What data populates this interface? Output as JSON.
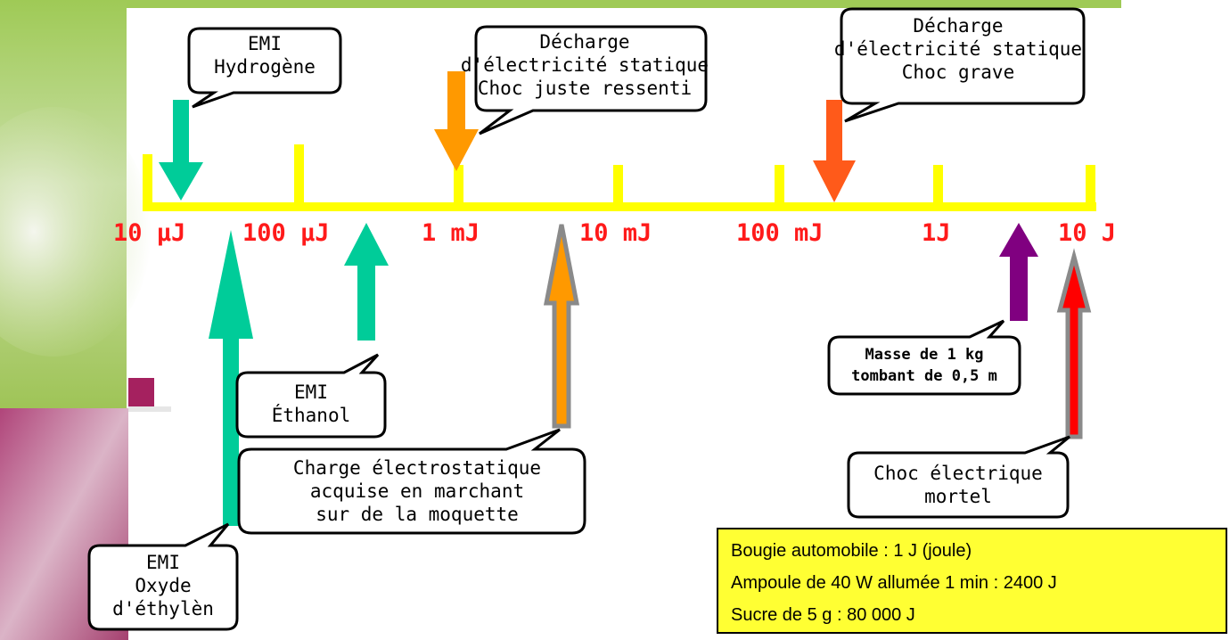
{
  "colors": {
    "scale": "#ffff00",
    "scale_text": "#ff1a1a",
    "teal": "#00cc99",
    "orange": "#ff9900",
    "red_orange": "#ff5a1a",
    "purple": "#800080",
    "red": "#ff0000",
    "box": "#ffff33"
  },
  "scale": {
    "labels": [
      "10 µJ",
      "100 µJ",
      "1 mJ",
      "10 mJ",
      "100 mJ",
      "1J",
      "10 J"
    ]
  },
  "bubbles": {
    "emi_hydrogene": [
      "EMI",
      "Hydrogène"
    ],
    "decharge_ressenti": [
      "Décharge",
      "d'électricité statique",
      "Choc juste ressenti"
    ],
    "decharge_grave": [
      "Décharge",
      "d'électricité statique",
      "Choc grave"
    ],
    "emi_ethanol": [
      "EMI",
      "Éthanol"
    ],
    "charge_moquette": [
      "Charge électrostatique",
      "acquise en marchant",
      "sur de la moquette"
    ],
    "masse": [
      "Masse de 1 kg",
      "tombant de 0,5 m"
    ],
    "choc_mortel": [
      "Choc électrique",
      "mortel"
    ],
    "emi_oxyde": [
      "EMI",
      "Oxyde",
      "d'éthylèn"
    ]
  },
  "info_box": {
    "lines": [
      "Bougie automobile : 1 J (joule)",
      "Ampoule de 40 W allumée 1 min : 2400 J",
      "Sucre de 5 g : 80 000 J"
    ]
  }
}
